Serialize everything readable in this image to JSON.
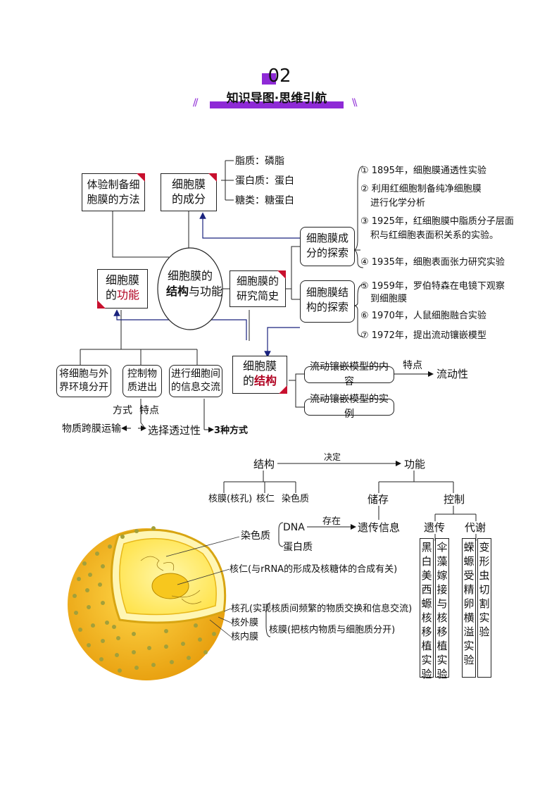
{
  "header": {
    "number": "02",
    "title": "知识导图·思维引航",
    "slash_left": "//",
    "slash_right": "\\\\"
  },
  "mindmap": {
    "center": {
      "line1": "细胞膜的",
      "line2a": "结构",
      "line2b": "与功能"
    },
    "method": "体验制备细胞膜的方法",
    "composition": {
      "title_a": "细胞膜",
      "title_b": "的成分",
      "items": [
        "脂质：磷脂",
        "蛋白质：蛋白",
        "糖类：糖蛋白"
      ]
    },
    "function": {
      "title_a": "细胞膜",
      "title_b": "的",
      "title_c": "功能",
      "items": [
        "将细胞与外界环境分开",
        "控制物质进出",
        "进行细胞间的信息交流"
      ],
      "sub": {
        "mode": "方式",
        "feature": "特点",
        "transport": "物质跨膜运输",
        "selective": "选择透过性",
        "three": "3种方式"
      }
    },
    "history": "细胞膜的研究简史",
    "comp_explore": {
      "title": "细胞膜成分的探索",
      "items": [
        "① 1895年，细胞膜通透性实验",
        "② 利用红细胞制备纯净细胞膜",
        "进行化学分析",
        "③ 1925年，红细胞膜中脂质分子层面",
        "积与红细胞表面积关系的实验。",
        "④ 1935年，细胞表面张力研究实验"
      ]
    },
    "struct_explore": {
      "title": "细胞膜结构的探索",
      "items": [
        "⑤ 1959年，罗伯特森在电镜下观察",
        "到细胞膜",
        "⑥ 1970年，人鼠细胞融合实验",
        "⑦ 1972年，提出流动镶嵌模型"
      ]
    },
    "structure": {
      "title_a": "细胞膜",
      "title_b": "的",
      "title_c": "结构",
      "content": "流动镶嵌模型的内容",
      "example": "流动镶嵌模型的实例",
      "feature_label": "特点",
      "feature": "流动性"
    }
  },
  "nucleus": {
    "structure": "结构",
    "decide": "决定",
    "function": "功能",
    "parts": [
      "核膜(核孔)",
      "核仁",
      "染色质"
    ],
    "storage": "储存",
    "control": "控制",
    "chromatin": "染色质",
    "dna": "DNA",
    "protein": "蛋白质",
    "exist": "存在",
    "genetic_info": "遗传信息",
    "heredity": "遗传",
    "metabolism": "代谢",
    "experiments": [
      "黑白美西螈核移植实验",
      "伞藻嫁接与核移植实验",
      "蝾螈受精卵横溢实验",
      "变形虫切割实验"
    ],
    "labels": {
      "nucleolus": "核仁(与rRNA的形成及核糖体的合成有关)",
      "pore": "核孔(实现核质间频繁的物质交换和信息交流)",
      "outer": "核外膜",
      "inner": "核内膜",
      "envelope": "核膜(把核内物质与细胞质分开)"
    }
  },
  "colors": {
    "accent": "#8e2ad6",
    "marker": "#c8102e",
    "arrow": "#1a237e",
    "cell": "#f2b51b",
    "cell_inner": "#ffe970"
  }
}
